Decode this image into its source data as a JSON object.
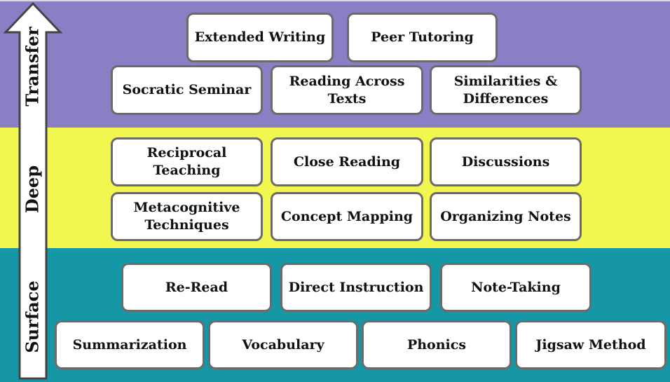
{
  "levels": {
    "transfer": "Transfer",
    "deep": "Deep",
    "surface": "Surface"
  },
  "boxes": {
    "extended_writing": "Extended Writing",
    "peer_tutoring": "Peer Tutoring",
    "socratic_seminar": "Socratic Seminar",
    "reading_across_texts": "Reading Across Texts",
    "similarities_differences": "Similarities & Differences",
    "reciprocal_teaching": "Reciprocal Teaching",
    "close_reading": "Close Reading",
    "discussions": "Discussions",
    "metacognitive_techniques": "Metacognitive Techniques",
    "concept_mapping": "Concept Mapping",
    "organizing_notes": "Organizing Notes",
    "re_read": "Re-Read",
    "direct_instruction": "Direct Instruction",
    "note_taking": "Note-Taking",
    "summarization": "Summarization",
    "vocabulary": "Vocabulary",
    "phonics": "Phonics",
    "jigsaw_method": "Jigsaw Method"
  },
  "colors": {
    "transfer_band": "#8c7ec4",
    "deep_band": "#f2f74f",
    "surface_band": "#1597a5",
    "box_border": "#6b6b6b"
  }
}
